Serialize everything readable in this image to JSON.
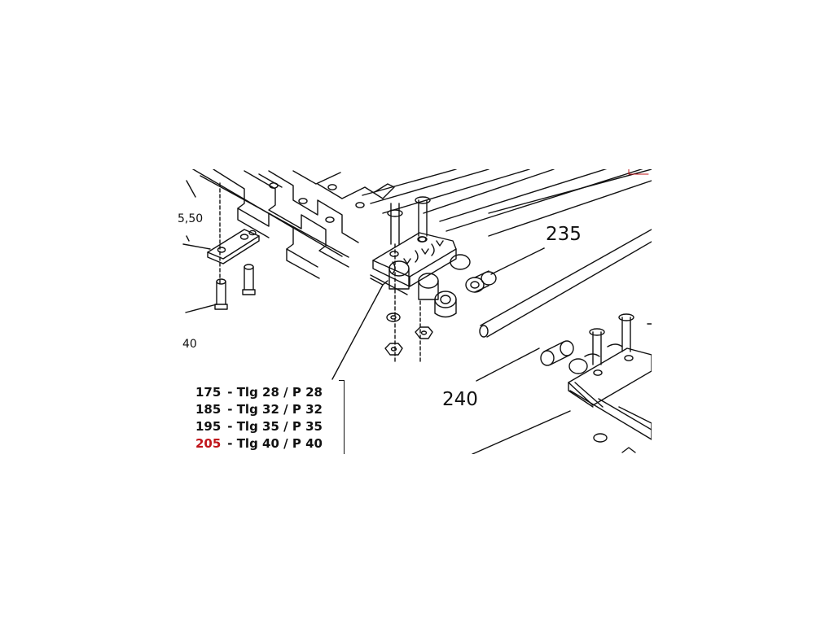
{
  "callouts": {
    "c235": "235",
    "c240": "240",
    "left_top": "5,50",
    "left_bottom": "40"
  },
  "legend": [
    {
      "code": "175",
      "sep": "-",
      "tlg": "Tlg 28",
      "slash": "/",
      "p": "P 28",
      "highlight": false
    },
    {
      "code": "185",
      "sep": "-",
      "tlg": "Tlg 32",
      "slash": "/",
      "p": "P 32",
      "highlight": false
    },
    {
      "code": "195",
      "sep": "-",
      "tlg": "Tlg 35",
      "slash": "/",
      "p": "P 35",
      "highlight": false
    },
    {
      "code": "205",
      "sep": "-",
      "tlg": "Tlg 40",
      "slash": "/",
      "p": "P 40",
      "highlight": true
    }
  ],
  "colors": {
    "line": "#111111",
    "highlight": "#c0141a",
    "background": "#ffffff"
  }
}
